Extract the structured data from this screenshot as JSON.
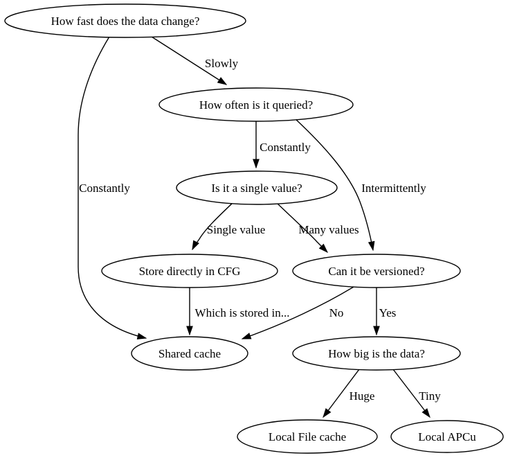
{
  "diagram": {
    "colors": {
      "background": "#ffffff",
      "node_fill": "#ffffff",
      "stroke": "#000000",
      "text": "#000000"
    },
    "nodes": {
      "data_change": {
        "label": "How fast does the data change?"
      },
      "queried": {
        "label": "How often is it queried?"
      },
      "single_value": {
        "label": "Is it a single value?"
      },
      "store_cfg": {
        "label": "Store directly in CFG"
      },
      "versioned": {
        "label": "Can it be versioned?"
      },
      "shared_cache": {
        "label": "Shared cache"
      },
      "data_size": {
        "label": "How big is the data?"
      },
      "local_file": {
        "label": "Local File cache"
      },
      "local_apcu": {
        "label": "Local APCu"
      }
    },
    "edges": {
      "slowly": {
        "label": "Slowly",
        "from": "data_change",
        "to": "queried"
      },
      "constantly_left": {
        "label": "Constantly",
        "from": "data_change",
        "to": "shared_cache"
      },
      "constantly_mid": {
        "label": "Constantly",
        "from": "queried",
        "to": "single_value"
      },
      "intermittently": {
        "label": "Intermittently",
        "from": "queried",
        "to": "versioned"
      },
      "single_value": {
        "label": "Single value",
        "from": "single_value",
        "to": "store_cfg"
      },
      "many_values": {
        "label": "Many values",
        "from": "single_value",
        "to": "versioned"
      },
      "which_stored": {
        "label": "Which is stored in...",
        "from": "store_cfg",
        "to": "shared_cache"
      },
      "no": {
        "label": "No",
        "from": "versioned",
        "to": "shared_cache"
      },
      "yes": {
        "label": "Yes",
        "from": "versioned",
        "to": "data_size"
      },
      "huge": {
        "label": "Huge",
        "from": "data_size",
        "to": "local_file"
      },
      "tiny": {
        "label": "Tiny",
        "from": "data_size",
        "to": "local_apcu"
      }
    }
  }
}
